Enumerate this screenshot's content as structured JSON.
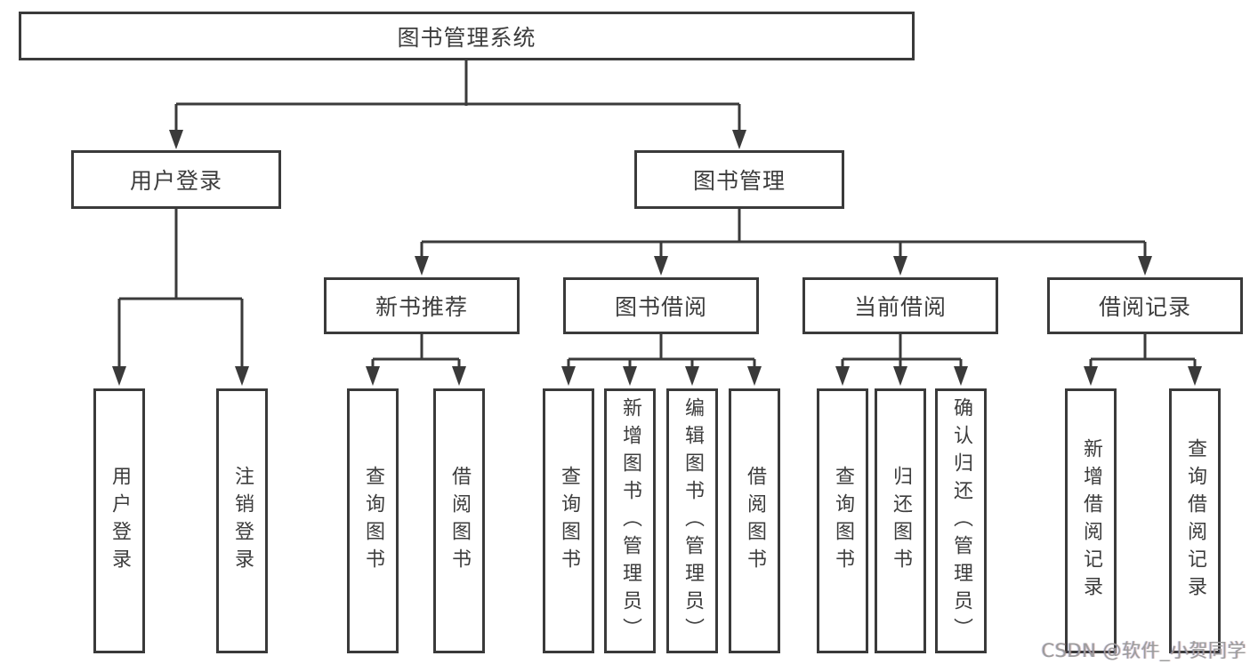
{
  "tree": {
    "root": {
      "label": "图书管理系统",
      "children": [
        {
          "label": "用户登录",
          "children": [
            {
              "label": "用户登录"
            },
            {
              "label": "注销登录"
            }
          ]
        },
        {
          "label": "图书管理",
          "children": [
            {
              "label": "新书推荐",
              "children": [
                {
                  "label": "查询图书"
                },
                {
                  "label": "借阅图书"
                }
              ]
            },
            {
              "label": "图书借阅",
              "children": [
                {
                  "label": "查询图书"
                },
                {
                  "label": "新增图书（管理员）"
                },
                {
                  "label": "编辑图书（管理员）"
                },
                {
                  "label": "借阅图书"
                }
              ]
            },
            {
              "label": "当前借阅",
              "children": [
                {
                  "label": "查询图书"
                },
                {
                  "label": "归还图书"
                },
                {
                  "label": "确认归还（管理员）"
                }
              ]
            },
            {
              "label": "借阅记录",
              "children": [
                {
                  "label": "新增借阅记录"
                },
                {
                  "label": "查询借阅记录"
                }
              ]
            }
          ]
        }
      ]
    }
  },
  "watermark": "CSDN @软件_小贺同学",
  "colors": {
    "line": "#3a3a3a",
    "text": "#3d3d3d",
    "watermark": "#9c9c9c",
    "background": "#ffffff"
  }
}
